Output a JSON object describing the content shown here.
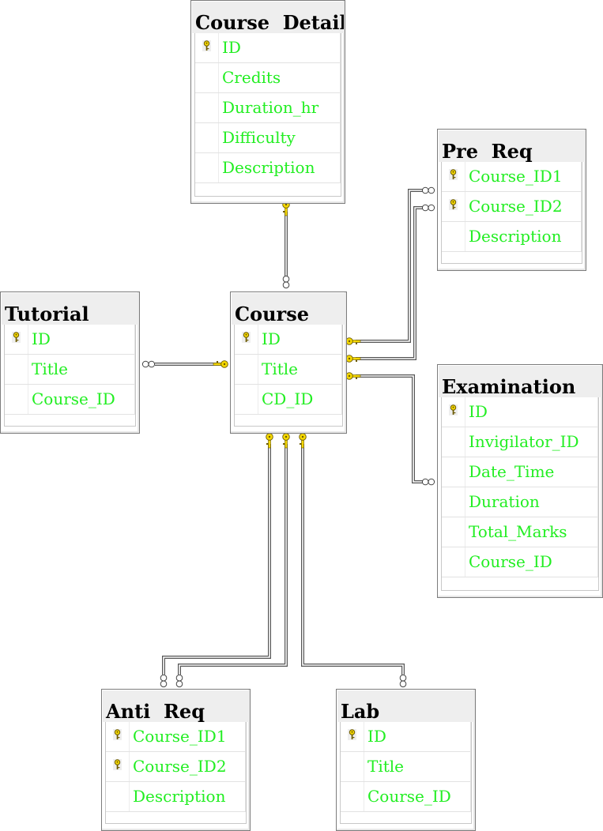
{
  "tables": [
    {
      "name": "Course  Details",
      "fields": [
        {
          "name": "ID",
          "pk": true
        },
        {
          "name": "Credits",
          "pk": false
        },
        {
          "name": "Duration_hr",
          "pk": false
        },
        {
          "name": "Difficulty",
          "pk": false
        },
        {
          "name": "Description",
          "pk": false
        }
      ]
    },
    {
      "name": "Pre  Req",
      "fields": [
        {
          "name": "Course_ID1",
          "pk": true
        },
        {
          "name": "Course_ID2",
          "pk": true
        },
        {
          "name": "Description",
          "pk": false
        }
      ]
    },
    {
      "name": "Tutorial",
      "fields": [
        {
          "name": "ID",
          "pk": true
        },
        {
          "name": "Title",
          "pk": false
        },
        {
          "name": "Course_ID",
          "pk": false
        }
      ]
    },
    {
      "name": "Course",
      "fields": [
        {
          "name": "ID",
          "pk": true
        },
        {
          "name": "Title",
          "pk": false
        },
        {
          "name": "CD_ID",
          "pk": false
        }
      ]
    },
    {
      "name": "Examination",
      "fields": [
        {
          "name": "ID",
          "pk": true
        },
        {
          "name": "Invigilator_ID",
          "pk": false
        },
        {
          "name": "Date_Time",
          "pk": false
        },
        {
          "name": "Duration",
          "pk": false
        },
        {
          "name": "Total_Marks",
          "pk": false
        },
        {
          "name": "Course_ID",
          "pk": false
        }
      ]
    },
    {
      "name": "Anti  Req",
      "fields": [
        {
          "name": "Course_ID1",
          "pk": true
        },
        {
          "name": "Course_ID2",
          "pk": true
        },
        {
          "name": "Description",
          "pk": false
        }
      ]
    },
    {
      "name": "Lab",
      "fields": [
        {
          "name": "ID",
          "pk": true
        },
        {
          "name": "Title",
          "pk": false
        },
        {
          "name": "Course_ID",
          "pk": false
        }
      ]
    }
  ],
  "relationships": [
    {
      "from": "Course  Details",
      "to": "Course"
    },
    {
      "from": "Course",
      "to": "Tutorial"
    },
    {
      "from": "Course",
      "to": "Pre  Req",
      "via": "Course_ID1"
    },
    {
      "from": "Course",
      "to": "Pre  Req",
      "via": "Course_ID2"
    },
    {
      "from": "Course",
      "to": "Examination"
    },
    {
      "from": "Course",
      "to": "Anti  Req",
      "via": "Course_ID1"
    },
    {
      "from": "Course",
      "to": "Anti  Req",
      "via": "Course_ID2"
    },
    {
      "from": "Course",
      "to": "Lab"
    }
  ],
  "colors": {
    "field_text": "#22ee22",
    "key_icon": "#f5d800",
    "connector": "#555555",
    "header_bg": "#eeeeee"
  }
}
